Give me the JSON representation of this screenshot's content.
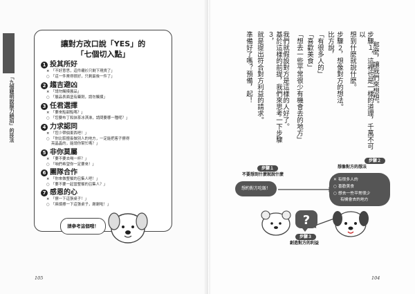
{
  "left_page": {
    "side_tab": "「九個聰明說服力絕招」的技法",
    "panel": {
      "title_line1": "讓對方改口說「YES」的",
      "title_line2": "「七個切入點」",
      "sections": [
        {
          "num": "1",
          "title": "投其所好",
          "lines": [
            {
              "mark": "×",
              "text": "「不好意思，這件襯衫只剩下現貨了」"
            },
            {
              "mark": "○",
              "text": "「這一件賣得很好，只剩最後一件了」"
            }
          ]
        },
        {
          "num": "2",
          "title": "趨吉避凶",
          "lines": [
            {
              "mark": "×",
              "text": "「請勿觸摸展品」"
            },
            {
              "mark": "○",
              "text": "「展品表面塗有藥劑，請勿觸摸」"
            }
          ]
        },
        {
          "num": "3",
          "title": "任君選擇",
          "lines": [
            {
              "mark": "×",
              "text": "「要來點甜點嗎？」"
            },
            {
              "mark": "○",
              "text": "「您要布丁和抹茶冰淇淋，請問要哪一種呢？」"
            }
          ]
        },
        {
          "num": "4",
          "title": "力求認同",
          "lines": [
            {
              "mark": "×",
              "text": "「您少帶個東西吧！」"
            },
            {
              "mark": "○",
              "text": "「你比較擅長做別人的地方，一定能把客子擦得"
            },
            {
              "mark": "",
              "text": "亮晶晶的，能請你幫忙嗎？」"
            }
          ]
        },
        {
          "num": "5",
          "title": "非你莫屬",
          "lines": [
            {
              "mark": "×",
              "text": "「要不要去喝一杯？」"
            },
            {
              "mark": "○",
              "text": "「咱們希望你一定要來！」"
            }
          ]
        },
        {
          "num": "6",
          "title": "團隊合作",
          "lines": [
            {
              "mark": "×",
              "text": "「你來做整餐的召集人吧！」"
            },
            {
              "mark": "○",
              "text": "「要不要一起當整餐的召集人？」"
            }
          ]
        },
        {
          "num": "7",
          "title": "感恩的心",
          "lines": [
            {
              "mark": "×",
              "text": "「擦一下這張桌子！」"
            },
            {
              "mark": "○",
              "text": "「麻煩擦一下這張桌子，謝謝啦！」"
            }
          ]
        }
      ]
    },
    "bubble_text": "請參考這個哦！",
    "page_number": "105"
  },
  "right_page": {
    "columns": [
      "那麼，讓我們來想想。",
      "步驟１，這裡也是一樣的道理，千萬不可以",
      "想到什麼就說什麼。",
      "步驟２，想像對方的想法。",
      "比方說，",
      "「有很多人的」",
      "「喜歡美食」",
      "「想去一些平常很少有機會去的地方」",
      "我們就假設對方是這樣的人好了。",
      "基於這樣的前提，我們來思考一下步驟３，",
      "就是提出符合對方利益的請求。",
      "準備好了嗎？預備，起！"
    ],
    "diagram": {
      "step1_tag": "步驟１",
      "step1_caption": "不要想到什麼就說什麼",
      "step1_bubble": "想約對方吃飯！",
      "step2_tag": "步驟２",
      "step2_caption": "想像對方的想法",
      "step2_options": [
        "有很多人的",
        "喜歡美食",
        "想去一些平常很少",
        "有機會去的地方"
      ],
      "step3_tag": "步驟３",
      "step3_caption": "創造對方的利益",
      "step3_symbol": "?"
    },
    "page_number": "104"
  },
  "colors": {
    "dark": "#4a4a4a",
    "pill": "#555555",
    "text": "#222222"
  }
}
